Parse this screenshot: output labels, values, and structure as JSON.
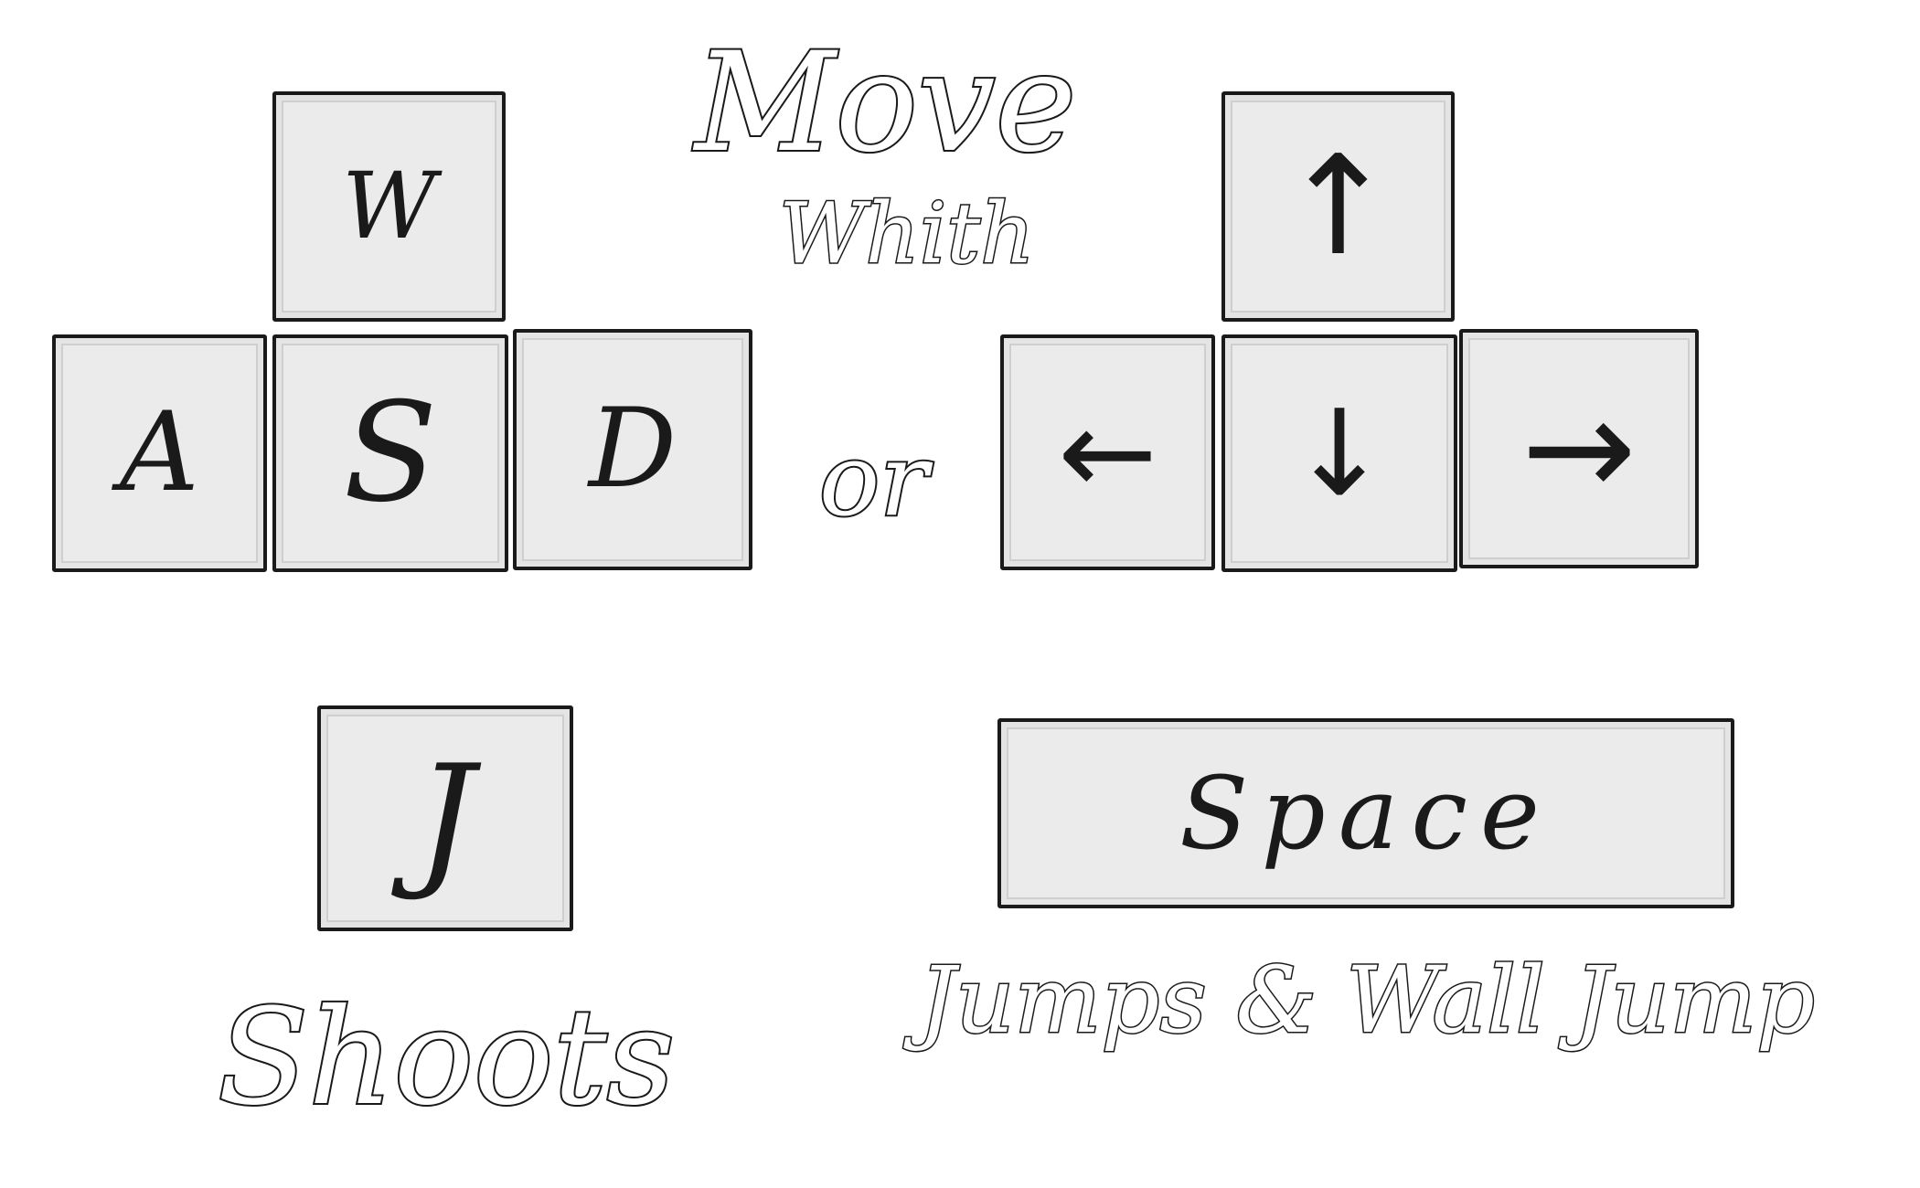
{
  "captions": {
    "move": "Move",
    "whith": "Whith",
    "or": "or",
    "shoots": "Shoots",
    "jumps": "Jumps & Wall Jump"
  },
  "wasd_keys": {
    "w": "W",
    "a": "A",
    "s": "S",
    "d": "D"
  },
  "arrow_keys": {
    "up": "↑",
    "left": "←",
    "down": "↓",
    "right": "→"
  },
  "action_keys": {
    "shoot": "J",
    "jump": "Space"
  },
  "colors": {
    "key_fill": "#ebebeb",
    "ink": "#1a1a1a",
    "background": "#ffffff"
  },
  "icons": {
    "up": "arrow-up-icon",
    "left": "arrow-left-icon",
    "down": "arrow-down-icon",
    "right": "arrow-right-icon"
  }
}
